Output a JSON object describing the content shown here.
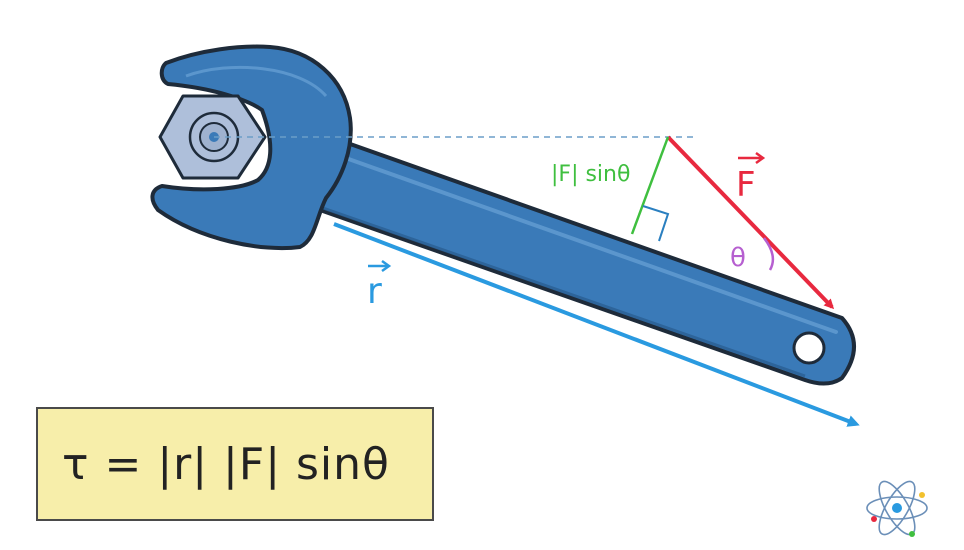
{
  "labels": {
    "force_vector": "F",
    "radius_vector": "r",
    "angle": "θ",
    "perpendicular_component": "|F| sinθ"
  },
  "formula": "τ = |r| |F| sinθ",
  "colors": {
    "wrench": "#3a7ab8",
    "wrench_outline": "#1e2b3a",
    "nut": "#aebfda",
    "force": "#e8293f",
    "radius": "#2a9ae0",
    "component": "#3fbf3f",
    "angle": "#b65fd0",
    "formula_background": "#f7eeaa"
  },
  "icons": [
    "atom-logo-icon"
  ]
}
